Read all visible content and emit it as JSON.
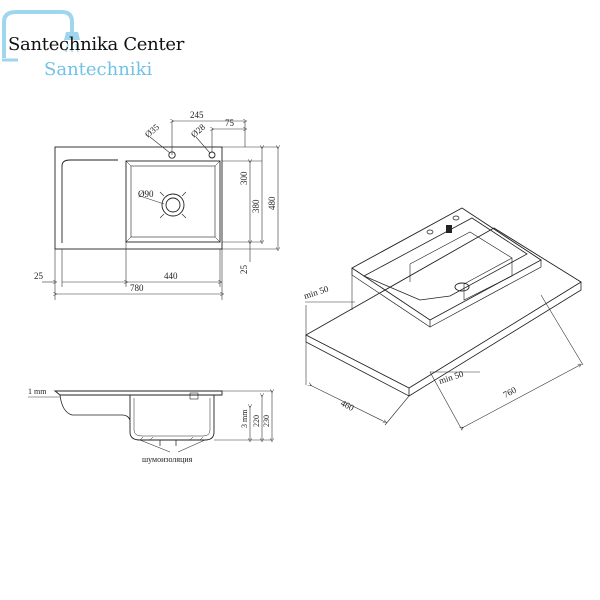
{
  "logo": {
    "line1": "Santechnika Center",
    "line2": "Santechniki",
    "accent_color": "#6fc3e6"
  },
  "top_view": {
    "dim_245": "245",
    "dim_75": "75",
    "dim_d35": "Ø35",
    "dim_d28": "Ø28",
    "dim_d90": "Ø90",
    "dim_300": "300",
    "dim_380": "380",
    "dim_480": "480",
    "dim_25_right": "25",
    "dim_25_left": "25",
    "dim_440": "440",
    "dim_780": "780"
  },
  "section_view": {
    "dim_1mm": "1 mm",
    "dim_3mm": "3 mm",
    "dim_220": "220",
    "dim_230": "230",
    "insulation_label": "шумоизоляция"
  },
  "iso_view": {
    "min50_top": "min 50",
    "min50_bottom": "min 50",
    "dim_460": "460",
    "dim_760": "760"
  },
  "colors": {
    "line": "#222222",
    "dim_line": "#333333"
  }
}
